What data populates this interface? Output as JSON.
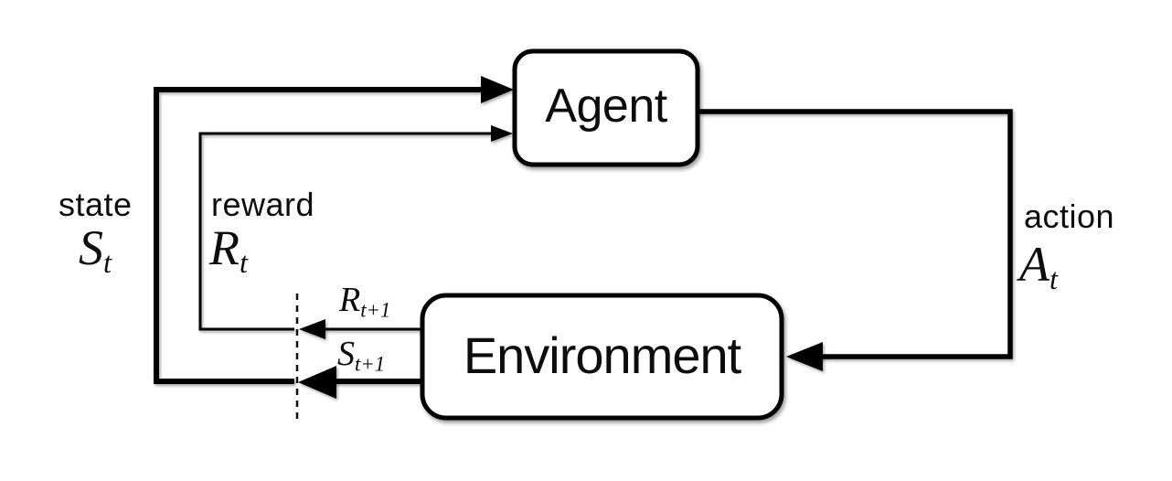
{
  "figure": {
    "type": "diagram",
    "subject": "reinforcement-learning agent-environment interaction loop",
    "nodes": {
      "agent": {
        "label": "Agent"
      },
      "environment": {
        "label": "Environment"
      }
    },
    "edges": {
      "state": {
        "word": "state",
        "symbol": "S",
        "subscript": "t"
      },
      "reward": {
        "word": "reward",
        "symbol": "R",
        "subscript": "t"
      },
      "action": {
        "word": "action",
        "symbol": "A",
        "subscript": "t"
      },
      "next_reward": {
        "symbol": "R",
        "subscript": "t+1"
      },
      "next_state": {
        "symbol": "S",
        "subscript": "t+1"
      }
    },
    "colors": {
      "line": "#000000",
      "node_fill": "#ffffff",
      "node_stroke": "#000000",
      "background": "#ffffff"
    }
  }
}
